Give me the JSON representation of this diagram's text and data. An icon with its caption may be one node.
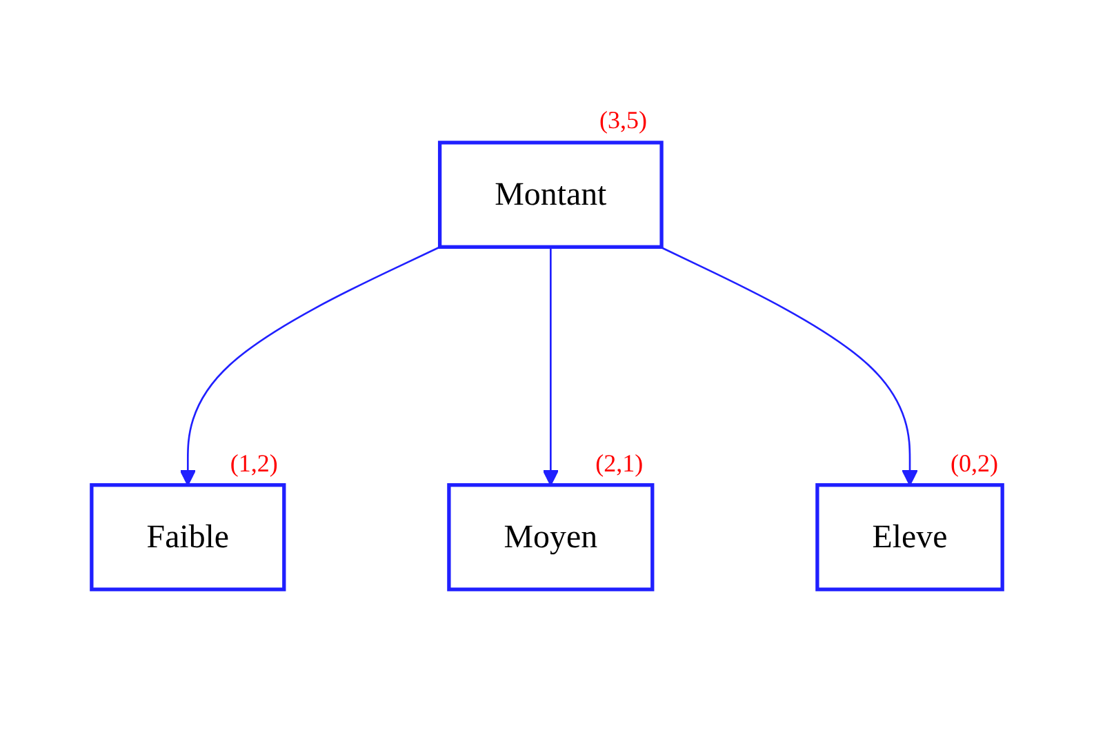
{
  "diagram": {
    "nodes": [
      {
        "text": [
          "Montant"
        ],
        "beside": [
          "(3,5)"
        ]
      },
      {
        "text": [
          "Faible"
        ],
        "beside": [
          "(1,2)"
        ]
      },
      {
        "text": [
          "Moyen"
        ],
        "beside": [
          "(2,1)"
        ]
      },
      {
        "text": [
          "Eleve"
        ],
        "beside": [
          "(0,2)"
        ]
      }
    ],
    "edges": [
      {
        "from": 0,
        "to": 1,
        "arrow": "to"
      },
      {
        "from": 0,
        "to": 2,
        "arrow": "to"
      },
      {
        "from": 0,
        "to": 3,
        "arrow": "to"
      }
    ]
  }
}
